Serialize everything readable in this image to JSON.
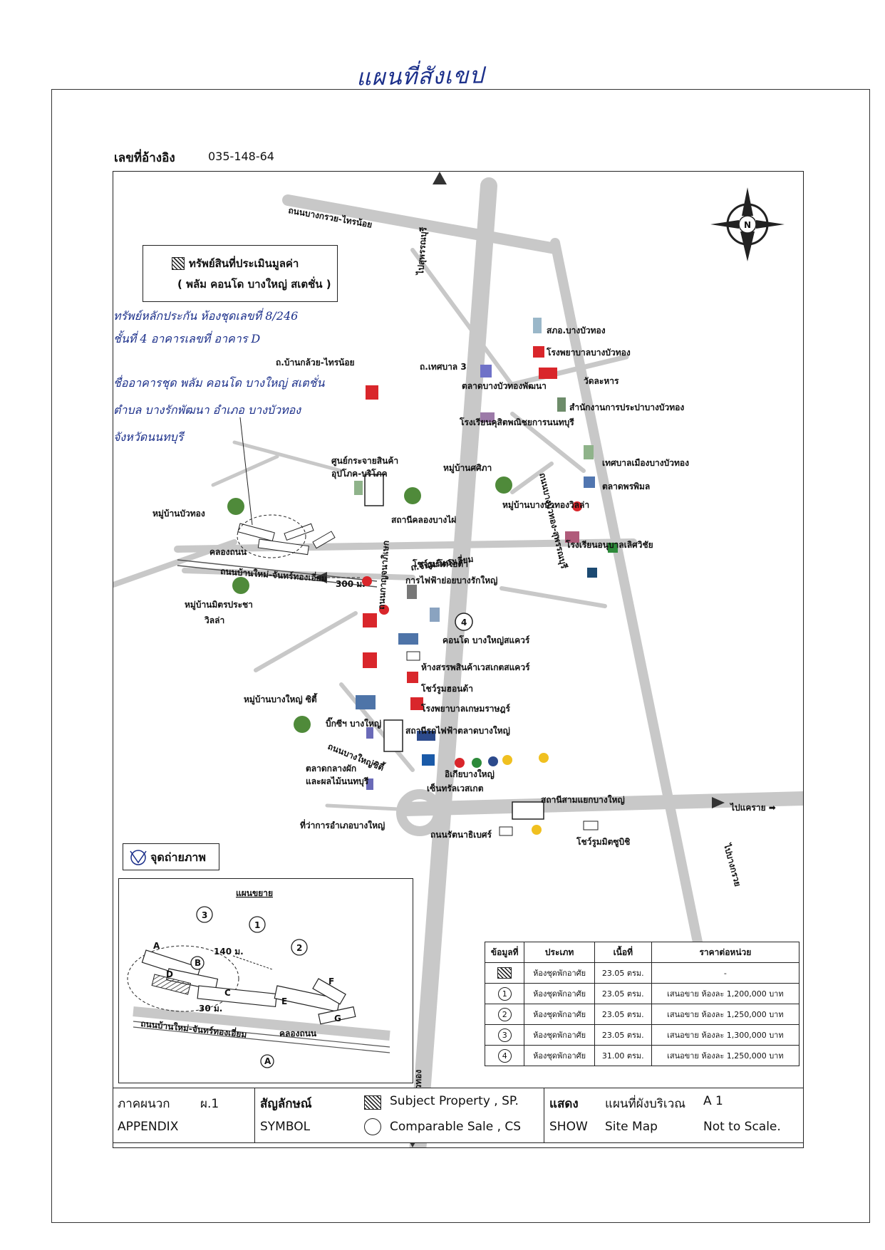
{
  "handwritten_title": "แผนที่สังเขป",
  "reference": {
    "label": "เลขที่อ้างอิง",
    "value": "035-148-64"
  },
  "legend_subject": {
    "line1": "ทรัพย์สินที่ประเมินมูลค่า",
    "line2": "( พลัม คอนโด บางใหญ่ สเตชั่น )"
  },
  "handwritten_note": [
    "ทรัพย์หลักประกัน ห้องชุดเลขที่ 8/246",
    "ชั้นที่ 4 อาคารเลขที่ อาคาร D",
    "ชื่ออาคารชุด พลัม คอนโด บางใหญ่ สเตชั่น",
    "ตำบล บางรักพัฒนา อำเภอ บางบัวทอง",
    "จังหวัดนนทบุรี"
  ],
  "roads": {
    "bangkruai_sainoi": "ถนนบางกรวย-ไทรน้อย",
    "to_suphanburi": "ไปสุพรรณบุรี",
    "thesaban3": "ถ.เทศบาล 3",
    "banklueai_sainoi": "ถ.บ้านกล้วย-ไทรน้อย",
    "kanchanaphisek": "ถนนกาญจนาภิเษก",
    "bangbuathong_ratsaneo": "ถนนบางบัวทอง-สุพรรณบุรี",
    "chanthongiam": "ถ.จันทร์ทองเอี่ยม",
    "banmai_chanthongiam": "ถนนบ้านใหม่-จันทร์ทองเอี่ยม",
    "khlong_thanon": "คลองถนน",
    "bangyai_city": "ถนนบางใหญ่ซิตี้",
    "rattanathibet": "ถนนรัตนาธิเบศร์",
    "to_khae_rai": "ไปแคราย ➡",
    "to_bang_kruai": "ไปบางกรวย",
    "to_bang_bua_thong_south": "ไปบางบัวทอง",
    "dist_300": "300 ม."
  },
  "places": {
    "sakhor_bangbuathong": "สภอ.บางบัวทอง",
    "hospital_bangbuathong": "โรงพยาบาลบางบัวทอง",
    "wat_la_han": "วัดละหาร",
    "bangbuathong_office": "สำนักงานการประปาบางบัวทอง",
    "talad_bangbuathong_phatthana": "ตลาดบางบัวทองพัฒนา",
    "school_kusetphanit": "โรงเรียนคุสิตพณิชยการนนทบุรี",
    "mooban_sirima": "หมู่บ้านศศิภา",
    "mooban_bangbuathong_villa": "หมู่บ้านบางบัวทองวิลล่า",
    "thesaban_bangbuathong": "เทศบาลเมืองบางบัวทอง",
    "talad_phonphimon": "ตลาดพรพิมล",
    "distribution_center": "ศูนย์กระจายสินค้า",
    "consumer_goods": "อุปโภค-บริโภค",
    "mooban_bangbuathong": "หมู่บ้านบัวทอง",
    "station_khlong_bang_phai": "สถานีคลองบางไผ่",
    "showroom_toyota": "โชว์รูมโตโยต้า",
    "egat_bangyai": "การไฟฟ้าย่อยบางรักใหญ่",
    "school_anuban": "โรงเรียนอนุบาลเลิศวิชัย",
    "mooban_mitpracha": "หมู่บ้านมิตรประชา",
    "mooban_mitpracha_2": "วิลล่า",
    "condo_bangyai_square": "คอนโด บางใหญ่สแควร์",
    "central_westgate": "ห้างสรรพสินค้าเวสเกตสแควร์",
    "showroom_honda": "โชว์รูมฮอนด้า",
    "hospital_kasemrad": "โรงพยาบาลเกษมราษฎร์",
    "mooban_bangyai_city": "หมู่บ้านบางใหญ่ ซิตี้",
    "bigc_bangyai": "บิ๊กซีฯ บางใหญ่",
    "station_talad_bangyai": "สถานีรถไฟฟ้าตลาดบางใหญ่",
    "talad_klang": "ตลาดกลางผัก",
    "talad_klang_2": "และผลไม้นนทบุรี",
    "ikea_bangyai": "อิเกียบางใหญ่",
    "central_westgate2": "เซ็นทรัลเวสเกต",
    "station_sam_yaek": "สถานีสามแยกบางใหญ่",
    "district_office": "ที่ว่าการอำเภอบางใหญ่",
    "showroom_mitsubishi": "โชว์รูมมิตซูบิชิ"
  },
  "photo_legend_label": "จุดถ่ายภาพ",
  "inset": {
    "title": "แผนขยาย",
    "dist_140": "140 ม.",
    "dist_30": "30 ม.",
    "road": "ถนนบ้านใหม่-จันทร์ทองเอี่ยม",
    "canal": "คลองถนน"
  },
  "table": {
    "headers": [
      "ข้อมูลที่",
      "ประเภท",
      "เนื้อที่",
      "ราคาต่อหน่วย"
    ],
    "rows": [
      {
        "id": "",
        "type": "ห้องชุดพักอาศัย",
        "area": "23.05 ตรม.",
        "price": "-"
      },
      {
        "id": "1",
        "type": "ห้องชุดพักอาศัย",
        "area": "23.05 ตรม.",
        "price": "เสนอขาย ห้องละ 1,200,000 บาท"
      },
      {
        "id": "2",
        "type": "ห้องชุดพักอาศัย",
        "area": "23.05 ตรม.",
        "price": "เสนอขาย ห้องละ 1,250,000 บาท"
      },
      {
        "id": "3",
        "type": "ห้องชุดพักอาศัย",
        "area": "23.05 ตรม.",
        "price": "เสนอขาย ห้องละ 1,300,000 บาท"
      },
      {
        "id": "4",
        "type": "ห้องชุดพักอาศัย",
        "area": "31.00 ตรม.",
        "price": "เสนอขาย ห้องละ 1,250,000 บาท"
      }
    ]
  },
  "footer": {
    "appendix_th": "ภาคผนวก",
    "appendix_code": "ผ.1",
    "appendix_en": "APPENDIX",
    "symbol_th": "สัญลักษณ์",
    "symbol_en": "SYMBOL",
    "subject": "Subject   Property , SP.",
    "comparable": "Comparable  Sale , CS",
    "show_th": "แสดง",
    "show_en": "SHOW",
    "map_th": "แผนที่ผังบริเวณ",
    "map_en": "Site  Map",
    "code": "A 1",
    "scale": "Not to Scale."
  },
  "colors": {
    "road": "#c8c8c8",
    "tree": "#4f8a3a",
    "hospital": "#d9262b",
    "ink": "#1b2f8a"
  },
  "compass": "N"
}
